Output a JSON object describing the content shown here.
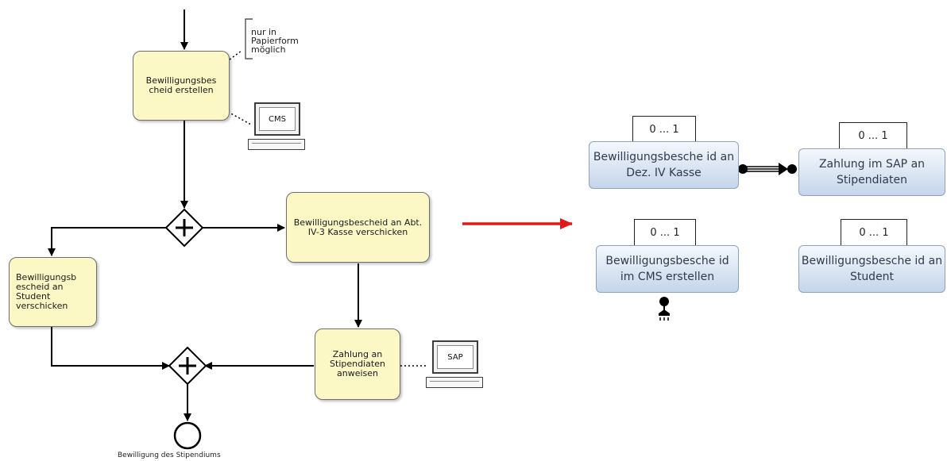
{
  "process": {
    "annotation": "nur in Papierform möglich",
    "tasks": {
      "create_notice": "Bewilligungsbes cheid erstellen",
      "send_to_cash_office": "Bewilligungsbescheid an Abt. IV-3 Kasse verschicken",
      "send_to_student": "Bewilligungsb escheid an Student verschicken",
      "payment": "Zahlung an Stipendiaten anweisen"
    },
    "systems": {
      "cms": "CMS",
      "sap": "SAP"
    },
    "end_event": "Bewilligung des Stipendiums"
  },
  "colors": {
    "task_fill": "#fbf8c6",
    "arrow_red": "#e0191b",
    "bubble_fill": "#c5d5ea"
  },
  "model": {
    "elements": [
      {
        "label": "Bewilligungsbesche id an Dez. IV Kasse",
        "multiplicity": "0 ... 1"
      },
      {
        "label": "Zahlung im SAP an Stipendiaten",
        "multiplicity": "0 ... 1"
      },
      {
        "label": "Bewilligungsbesche id im CMS erstellen",
        "multiplicity": "0 ... 1"
      },
      {
        "label": "Bewilligungsbesche id an Student",
        "multiplicity": "0 ... 1"
      }
    ]
  }
}
